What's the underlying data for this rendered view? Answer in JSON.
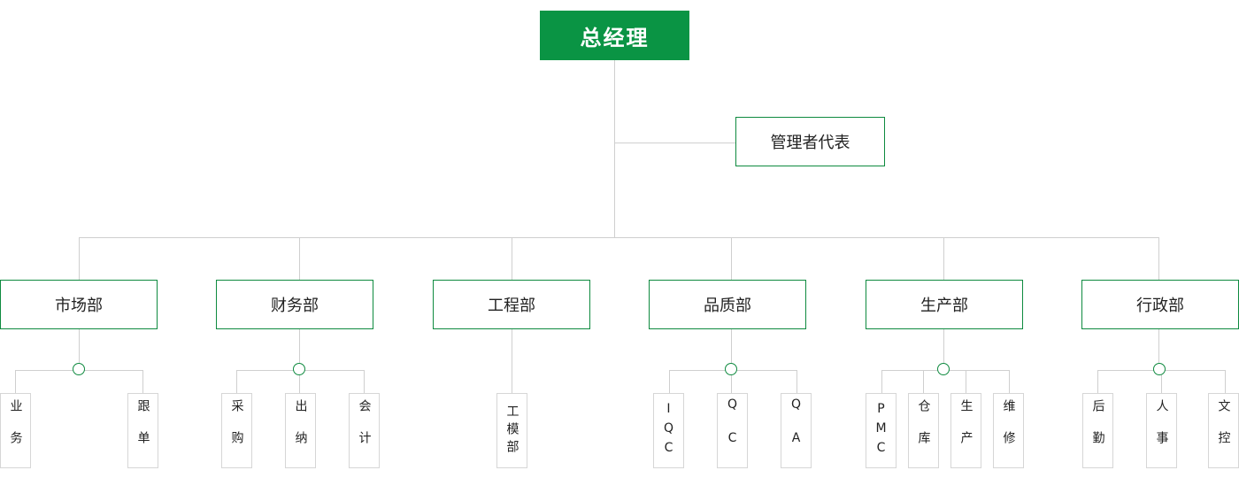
{
  "root": "总经理",
  "mr": "管理者代表",
  "departments": [
    {
      "name": "市场部",
      "subs": [
        "业务",
        "跟单"
      ]
    },
    {
      "name": "财务部",
      "subs": [
        "采购",
        "出纳",
        "会计"
      ]
    },
    {
      "name": "工程部",
      "subs": [
        "工模部"
      ]
    },
    {
      "name": "品质部",
      "subs": [
        "IQC",
        "QC",
        "QA"
      ]
    },
    {
      "name": "生产部",
      "subs": [
        "PMC",
        "仓库",
        "生产",
        "维修"
      ]
    },
    {
      "name": "行政部",
      "subs": [
        "后勤",
        "人事",
        "文控"
      ]
    }
  ],
  "colors": {
    "accent": "#0a9444",
    "border": "#0e8a3f",
    "line": "#cfcfcf"
  }
}
